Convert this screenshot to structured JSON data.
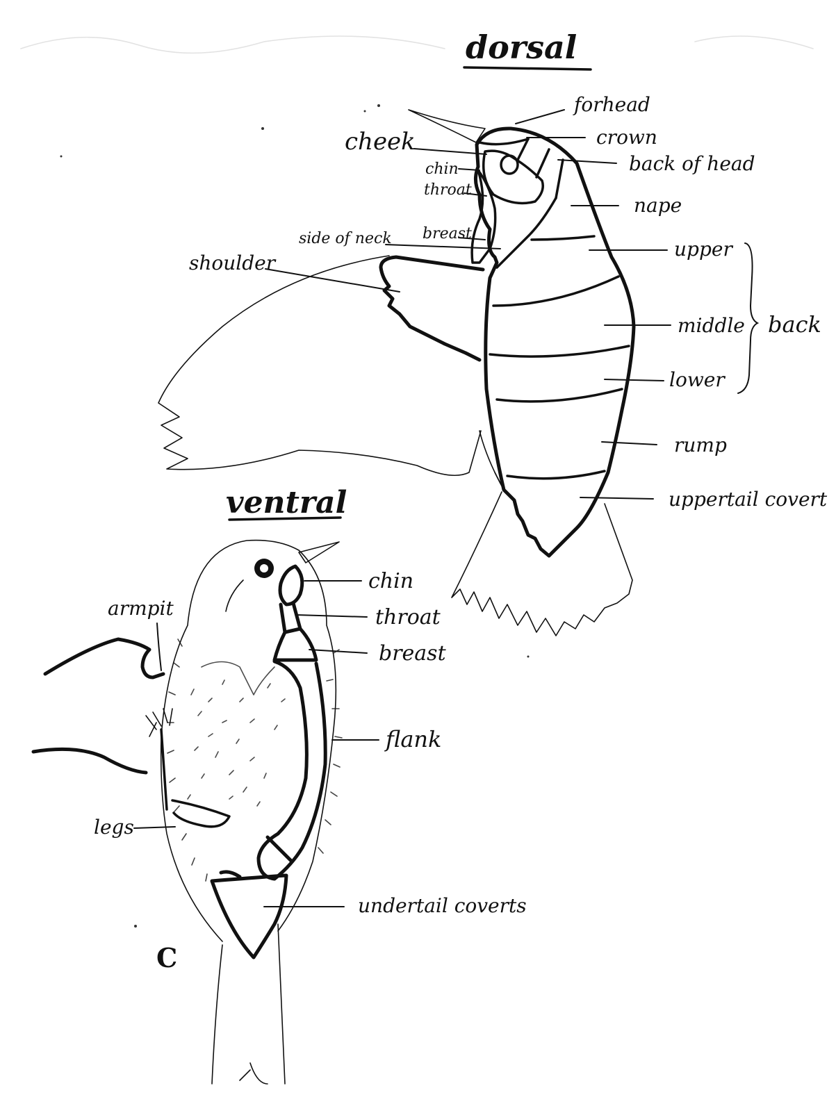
{
  "dorsal": {
    "title": "dorsal",
    "labels": {
      "forehead": "forhead",
      "crown": "crown",
      "back_of_head": "back of head",
      "cheek": "cheek",
      "chin": "chin",
      "throat": "throat",
      "nape": "nape",
      "breast": "breast",
      "side_of_neck": "side of neck",
      "shoulder": "shoulder",
      "upper": "upper",
      "middle": "middle",
      "lower": "lower",
      "back": "back",
      "rump": "rump",
      "uppertail_coverts": "uppertail covert"
    }
  },
  "ventral": {
    "title": "ventral",
    "labels": {
      "chin": "chin",
      "throat": "throat",
      "breast": "breast",
      "armpit": "armpit",
      "flank": "flank",
      "legs": "legs",
      "undertail_coverts": "undertail coverts"
    },
    "figure_letter": "C"
  }
}
